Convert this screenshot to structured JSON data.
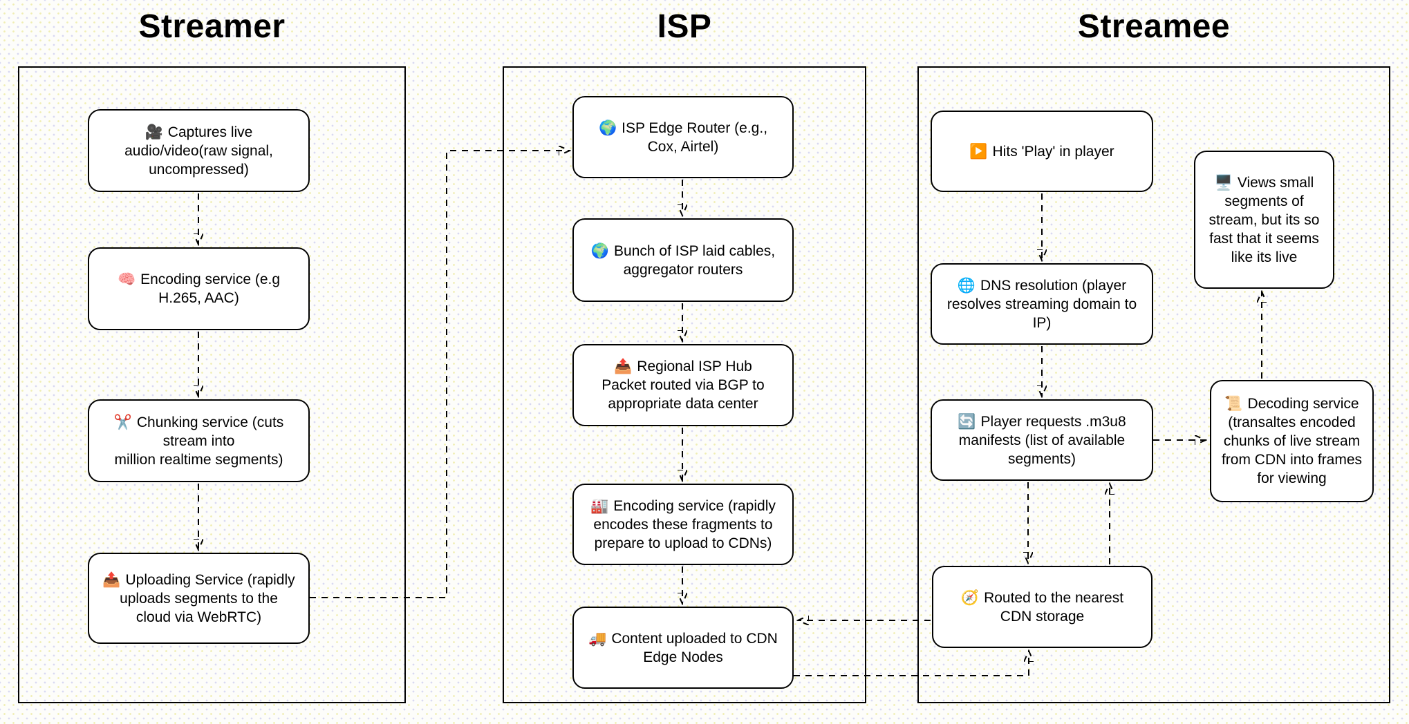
{
  "diagram": {
    "columns": [
      {
        "title": "Streamer",
        "nodes": [
          {
            "id": "captures",
            "icon": "🎥",
            "icon_name": "movie-camera-icon",
            "text": "Captures live\naudio/video(raw signal,\nuncompressed)"
          },
          {
            "id": "encoding",
            "icon": "🧠",
            "icon_name": "brain-icon",
            "text": "Encoding service (e.g\nH.265, AAC)"
          },
          {
            "id": "chunking",
            "icon": "✂️",
            "icon_name": "scissors-icon",
            "text": "Chunking service (cuts\nstream into\nmillion realtime segments)"
          },
          {
            "id": "uploading",
            "icon": "📤",
            "icon_name": "outbox-tray-icon",
            "text": "Uploading Service (rapidly\nuploads segments to the\ncloud via WebRTC)"
          }
        ]
      },
      {
        "title": "ISP",
        "nodes": [
          {
            "id": "edge-router",
            "icon": "🌍",
            "icon_name": "globe-icon",
            "text": "ISP Edge Router (e.g.,\nCox, Airtel)"
          },
          {
            "id": "cables",
            "icon": "🌍",
            "icon_name": "globe-icon",
            "text": "Bunch of ISP laid cables,\naggregator routers"
          },
          {
            "id": "regional-hub",
            "icon": "📤",
            "icon_name": "outbox-tray-icon",
            "text": "Regional ISP Hub\nPacket routed via BGP to\nappropriate data center"
          },
          {
            "id": "isp-encoding",
            "icon": "🏭",
            "icon_name": "factory-icon",
            "text": "Encoding service (rapidly\nencodes these fragments  to\nprepare to upload to CDNs)"
          },
          {
            "id": "cdn-upload",
            "icon": "🚚",
            "icon_name": "delivery-truck-icon",
            "text": "Content uploaded to CDN\nEdge Nodes"
          }
        ]
      },
      {
        "title": "Streamee",
        "nodes": [
          {
            "id": "hits-play",
            "icon": "▶️",
            "icon_name": "play-button-icon",
            "text": "Hits 'Play' in player"
          },
          {
            "id": "dns",
            "icon": "🌐",
            "icon_name": "globe-meridians-icon",
            "text": "DNS resolution (player\nresolves streaming domain to\nIP)"
          },
          {
            "id": "m3u8",
            "icon": "🔄",
            "icon_name": "refresh-arrows-icon",
            "text": "Player requests .m3u8\nmanifests (list of available\nsegments)"
          },
          {
            "id": "routed-cdn",
            "icon": "🧭",
            "icon_name": "compass-icon",
            "text": "Routed to the nearest\nCDN storage"
          },
          {
            "id": "views",
            "icon": "🖥️",
            "icon_name": "desktop-computer-icon",
            "text": "Views small\nsegments of\nstream, but its so\nfast that it seems\nlike its live"
          },
          {
            "id": "decoding",
            "icon": "📜",
            "icon_name": "scroll-icon",
            "text": "Decoding service\n(transaltes encoded\nchunks of live stream\nfrom CDN into frames\nfor viewing"
          }
        ]
      }
    ],
    "edges": [
      {
        "from": "captures",
        "to": "encoding"
      },
      {
        "from": "encoding",
        "to": "chunking"
      },
      {
        "from": "chunking",
        "to": "uploading"
      },
      {
        "from": "uploading",
        "to": "edge-router"
      },
      {
        "from": "edge-router",
        "to": "cables"
      },
      {
        "from": "cables",
        "to": "regional-hub"
      },
      {
        "from": "regional-hub",
        "to": "isp-encoding"
      },
      {
        "from": "isp-encoding",
        "to": "cdn-upload"
      },
      {
        "from": "hits-play",
        "to": "dns"
      },
      {
        "from": "dns",
        "to": "m3u8"
      },
      {
        "from": "m3u8",
        "to": "routed-cdn"
      },
      {
        "from": "routed-cdn",
        "to": "m3u8"
      },
      {
        "from": "routed-cdn",
        "to": "cdn-upload"
      },
      {
        "from": "cdn-upload",
        "to": "routed-cdn"
      },
      {
        "from": "m3u8",
        "to": "decoding"
      },
      {
        "from": "decoding",
        "to": "views"
      }
    ]
  },
  "colors": {
    "background": "#fdfdfa",
    "dot_yellow": "#f0eeb4",
    "dot_lavender": "#d9d9f2",
    "node_fill": "#ffffff",
    "stroke": "#000000"
  }
}
